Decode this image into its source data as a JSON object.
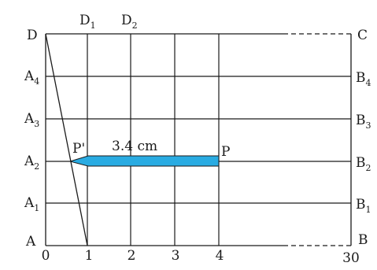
{
  "diagram": {
    "left_labels": [
      {
        "main": "D",
        "sub": ""
      },
      {
        "main": "A",
        "sub": "4"
      },
      {
        "main": "A",
        "sub": "3"
      },
      {
        "main": "A",
        "sub": "2"
      },
      {
        "main": "A",
        "sub": "1"
      },
      {
        "main": "A",
        "sub": ""
      }
    ],
    "right_labels": [
      {
        "main": "C",
        "sub": ""
      },
      {
        "main": "B",
        "sub": "4"
      },
      {
        "main": "B",
        "sub": "3"
      },
      {
        "main": "B",
        "sub": "2"
      },
      {
        "main": "B",
        "sub": "1"
      },
      {
        "main": "B",
        "sub": ""
      }
    ],
    "top_labels": [
      {
        "main": "D",
        "sub": "1"
      },
      {
        "main": "D",
        "sub": "2"
      }
    ],
    "bottom_ticks": [
      "0",
      "1",
      "2",
      "3",
      "4",
      "30"
    ],
    "arrow": {
      "tip_label": "P'",
      "tail_label": "P",
      "measure_label": "3.4 cm",
      "color": "#29abe2"
    },
    "line_color": "#1a1a1a"
  }
}
